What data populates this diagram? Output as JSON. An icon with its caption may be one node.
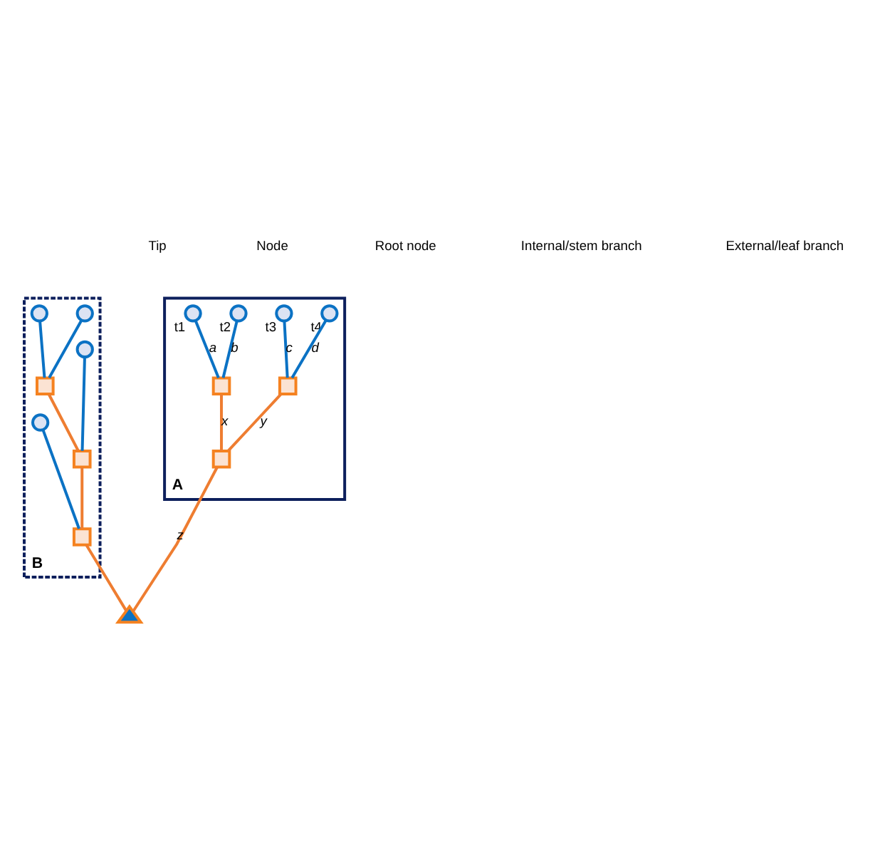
{
  "diagram": {
    "nodes": [
      {
        "text": [
          "A"
        ]
      },
      {
        "text": [],
        "shape": "circle",
        "beside": [
          "t1"
        ],
        "in": 0
      },
      {
        "text": [],
        "shape": "circle",
        "beside": [
          "t2"
        ],
        "in": 0
      },
      {
        "text": [],
        "shape": "circle",
        "beside": [
          "t3"
        ],
        "in": 0
      },
      {
        "text": [],
        "shape": "circle",
        "beside": [
          "t4"
        ],
        "in": 0
      },
      {
        "text": [],
        "shape": "box",
        "in": 0
      },
      {
        "text": [],
        "shape": "box",
        "in": 0
      },
      {
        "text": [],
        "shape": "box",
        "in": 0
      },
      {
        "text": [
          "B"
        ]
      },
      {
        "text": [],
        "shape": "circle",
        "in": 8
      },
      {
        "text": [],
        "shape": "circle",
        "in": 8
      },
      {
        "text": [],
        "shape": "circle",
        "in": 8
      },
      {
        "text": [],
        "shape": "circle",
        "in": 8
      },
      {
        "text": [],
        "shape": "box",
        "in": 8
      },
      {
        "text": [],
        "shape": "box",
        "in": 8
      },
      {
        "text": [],
        "shape": "box",
        "in": 8
      },
      {
        "text": [],
        "shape": "triangle"
      }
    ],
    "edges": [
      {
        "from": 5,
        "to": 1,
        "arrow": "none",
        "label": "a"
      },
      {
        "from": 5,
        "to": 2,
        "arrow": "none",
        "label": "b"
      },
      {
        "from": 6,
        "to": 3,
        "arrow": "none",
        "label": "c"
      },
      {
        "from": 6,
        "to": 4,
        "arrow": "none",
        "label": "d"
      },
      {
        "from": 7,
        "to": 5,
        "arrow": "none",
        "label": "x",
        "color": "#ee7d31"
      },
      {
        "from": 7,
        "to": 6,
        "arrow": "none",
        "label": "y",
        "color": "#ee7d31"
      },
      {
        "from": 16,
        "to": 7,
        "arrow": "none",
        "label": "z",
        "color": "#ee7d31"
      },
      {
        "from": 13,
        "to": 11,
        "arrow": "none"
      },
      {
        "from": 13,
        "to": 12,
        "arrow": "none"
      },
      {
        "from": 14,
        "to": 10,
        "arrow": "none"
      },
      {
        "from": 14,
        "to": 13,
        "arrow": "none",
        "color": "#ee7d31"
      },
      {
        "from": 15,
        "to": 9,
        "arrow": "none"
      },
      {
        "from": 15,
        "to": 14,
        "arrow": "none",
        "color": "#ee7d31"
      },
      {
        "from": 16,
        "to": 15,
        "arrow": "none",
        "color": "#ee7d31"
      }
    ],
    "legend": [
      {
        "text": "Tip"
      },
      {
        "text": "Node"
      },
      {
        "text": "Root node"
      },
      {
        "text": "Internal/stem branch"
      },
      {
        "text": "External/leaf branch"
      }
    ]
  }
}
